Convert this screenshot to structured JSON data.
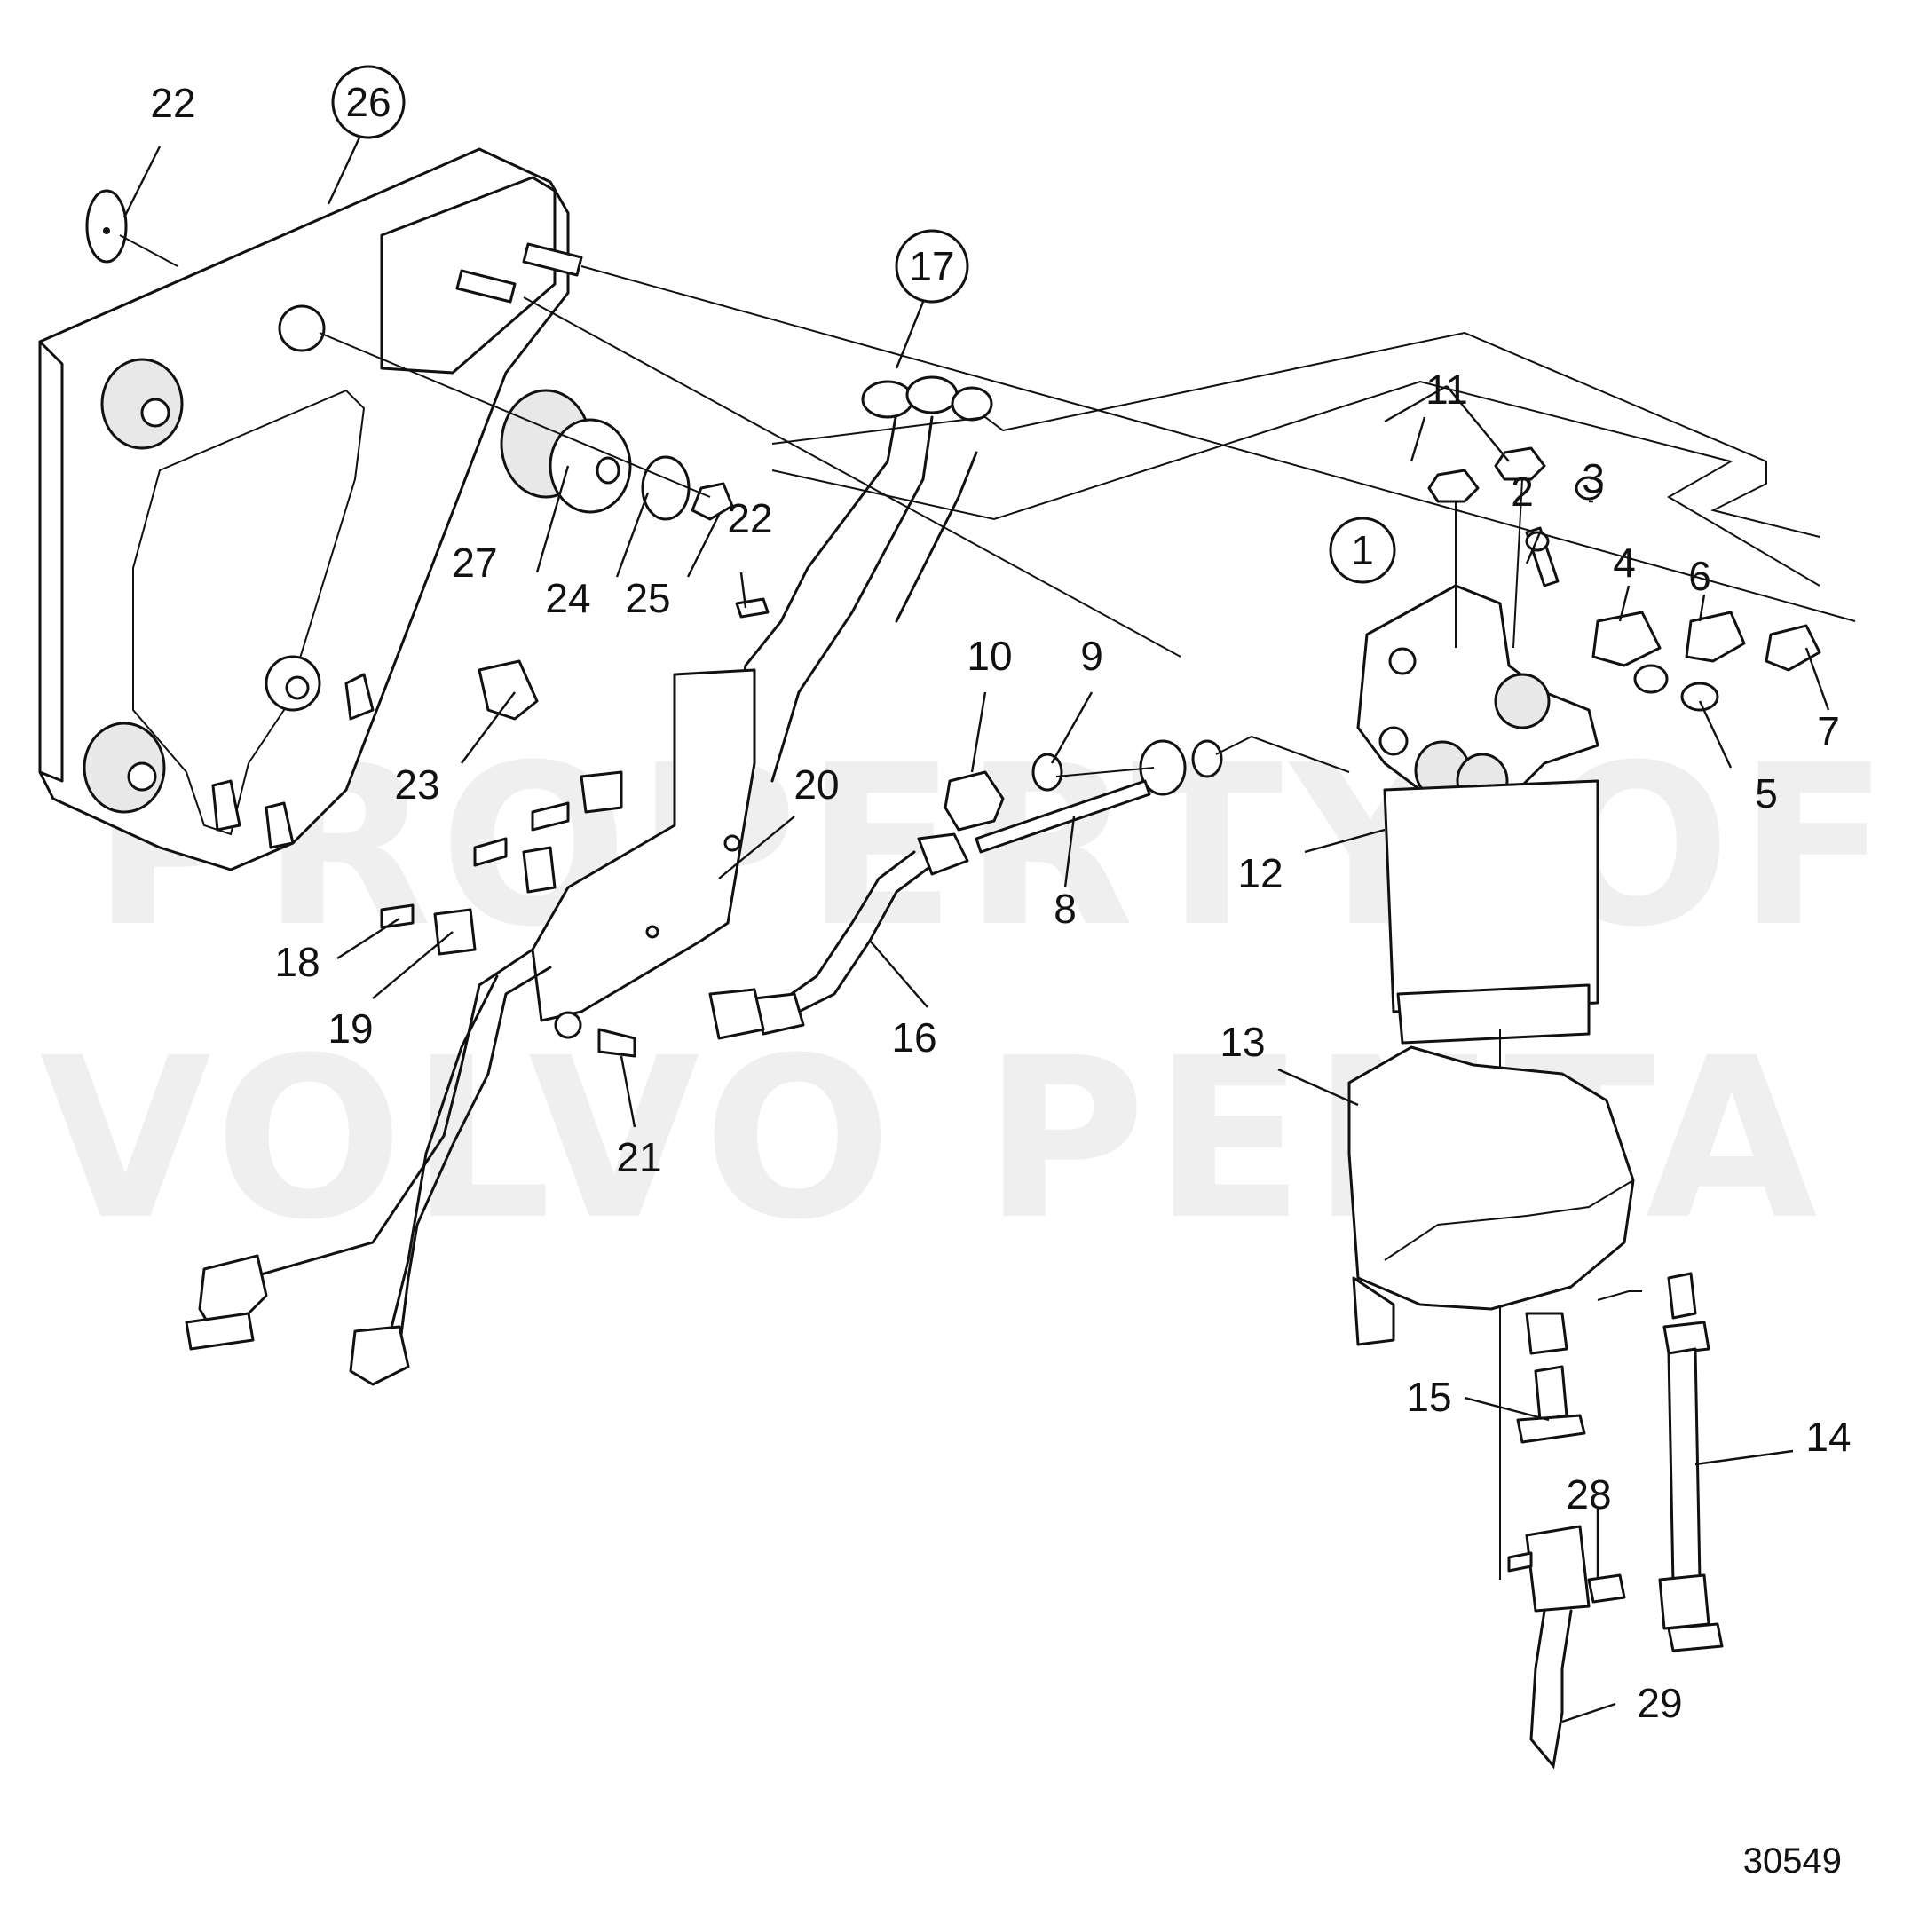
{
  "watermark": {
    "line1": "PROPERTY OF",
    "line2": "VOLVO PENTA"
  },
  "reference_number": "30549",
  "circled_labels": [
    "26",
    "17",
    "1"
  ],
  "labels": [
    "1",
    "2",
    "3",
    "4",
    "5",
    "6",
    "7",
    "8",
    "9",
    "10",
    "11",
    "12",
    "13",
    "14",
    "15",
    "16",
    "17",
    "18",
    "19",
    "20",
    "21",
    "22",
    "22",
    "23",
    "24",
    "25",
    "26",
    "27",
    "28",
    "29"
  ]
}
